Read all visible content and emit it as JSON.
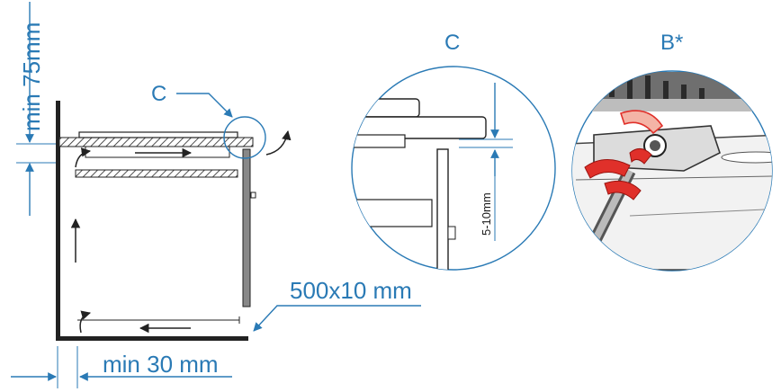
{
  "labels": {
    "min_75": "min 75mm",
    "detail_marker": "C",
    "detail_c_title": "C",
    "detail_b_title": "B*",
    "gap_5_10": "5-10mm",
    "opening": "500x10 mm",
    "min_30": "min 30 mm"
  },
  "colors": {
    "accent": "#2a7ab5",
    "outline": "#222222",
    "cabinet_side": "#888888",
    "band_red": "#e0302a"
  },
  "icons": {
    "airflow": "arrow-icon",
    "clamp": "clamp-icon"
  }
}
